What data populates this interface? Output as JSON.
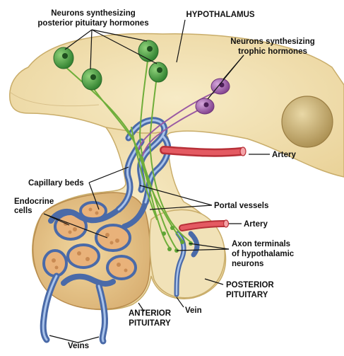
{
  "labels": {
    "neurons_posterior_l1": "Neurons synthesizing",
    "neurons_posterior_l2": "posterior pituitary hormones",
    "hypothalamus": "HYPOTHALAMUS",
    "neurons_trophic_l1": "Neurons synthesizing",
    "neurons_trophic_l2": "trophic hormones",
    "artery_upper": "Artery",
    "capillary_beds": "Capillary beds",
    "endocrine_l1": "Endocrine",
    "endocrine_l2": "cells",
    "portal_vessels": "Portal vessels",
    "artery_lower": "Artery",
    "axon_terminals_l1": "Axon terminals",
    "axon_terminals_l2": "of hypothalamic",
    "axon_terminals_l3": "neurons",
    "posterior_pituitary_l1": "POSTERIOR",
    "posterior_pituitary_l2": "PITUITARY",
    "vein": "Vein",
    "anterior_pituitary_l1": "ANTERIOR",
    "anterior_pituitary_l2": "PITUITARY",
    "veins": "Veins"
  },
  "colors": {
    "tissue": "#f3e3b4",
    "tissue_edge": "#c9ad6a",
    "posterior_neuron": "#3f9a3a",
    "trophic_neuron": "#9b57a6",
    "artery": "#d9434b",
    "vein": "#4a6aa8",
    "endocrine_cell": "#e6b27a"
  }
}
